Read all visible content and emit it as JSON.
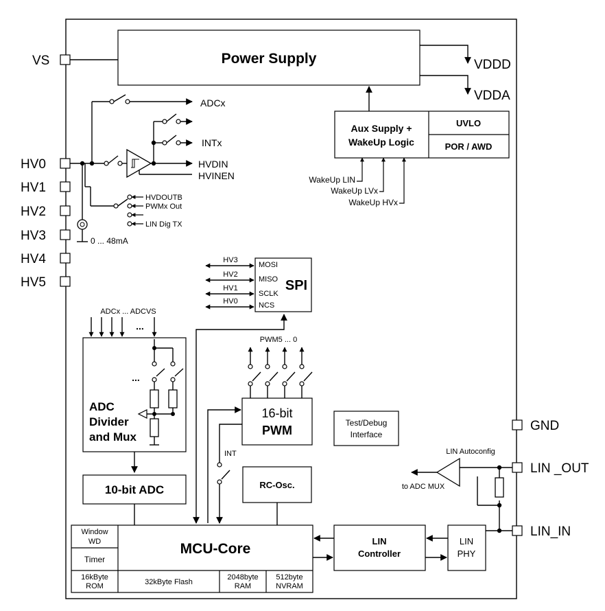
{
  "pins_left": [
    "VS",
    "HV0",
    "HV1",
    "HV2",
    "HV3",
    "HV4",
    "HV5"
  ],
  "pins_right": [
    "GND",
    "LIN _OUT",
    "LIN_IN"
  ],
  "outputs": [
    "VDDD",
    "VDDA"
  ],
  "power_supply": "Power Supply",
  "aux_supply": [
    "Aux Supply +",
    "WakeUp Logic"
  ],
  "uvlo": "UVLO",
  "por": "POR / AWD",
  "wakeups": [
    "WakeUp LIN",
    "WakeUp LVx",
    "WakeUp HVx"
  ],
  "hv_signals": {
    "adcx": "ADCx",
    "intx": "INTx",
    "hvdin": "HVDIN",
    "hvinen": "HVINEN",
    "hvdoutb": "HVDOUTB",
    "pwmx": "PWMx Out",
    "lin_dig_tx": "LIN Dig TX",
    "current": "0 ... 48mA"
  },
  "spi": {
    "title": "SPI",
    "ports": [
      "MOSI",
      "MISO",
      "SCLK",
      "NCS"
    ],
    "hv": [
      "HV3",
      "HV2",
      "HV1",
      "HV0"
    ]
  },
  "adc_mux": {
    "inputs_label": "ADCx ... ADCVS",
    "dots": "...",
    "title": [
      "ADC",
      "Divider",
      "and Mux"
    ]
  },
  "adc": "10-bit ADC",
  "pwm": {
    "label": "PWM5 ... 0",
    "title": [
      "16-bit",
      "PWM"
    ]
  },
  "test_debug": [
    "Test/Debug",
    "Interface"
  ],
  "int_label": "INT",
  "rc_osc": "RC-Osc.",
  "mcu": {
    "title": "MCU-Core",
    "window_wd": [
      "Window",
      "WD"
    ],
    "timer": "Timer",
    "rom": [
      "16kByte",
      "ROM"
    ],
    "flash": "32kByte Flash",
    "ram": [
      "2048byte",
      "RAM"
    ],
    "nvram": [
      "512byte",
      "NVRAM"
    ]
  },
  "lin_controller": [
    "LIN",
    "Controller"
  ],
  "lin_phy": [
    "LIN",
    "PHY"
  ],
  "lin_autoconfig": "LIN Autoconfig",
  "to_adc_mux": "to ADC MUX"
}
